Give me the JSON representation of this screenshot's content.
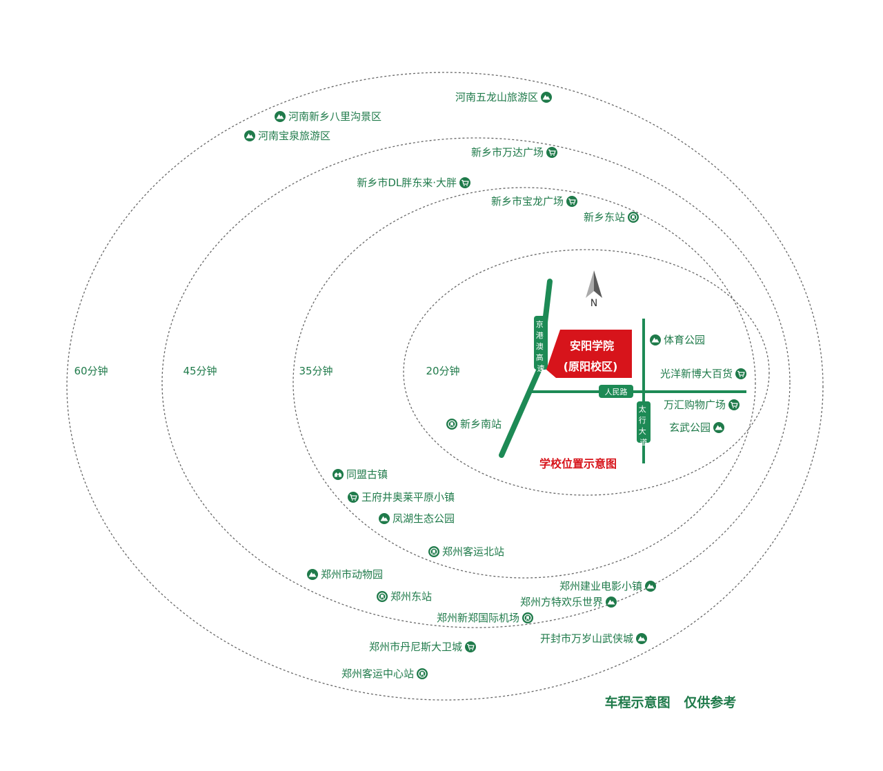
{
  "colors": {
    "green": "#1f7a4a",
    "road": "#1d8a55",
    "red": "#d7141b",
    "ring": "#666666"
  },
  "rings": [
    {
      "label": "60分钟"
    },
    {
      "label": "45分钟"
    },
    {
      "label": "35分钟"
    },
    {
      "label": "20分钟"
    }
  ],
  "roads": {
    "expressway": "京港澳高速",
    "renmin": "人民路",
    "taihang": "太行大道"
  },
  "campus": {
    "line1": "安阳学院",
    "line2": "(原阳校区)"
  },
  "north": "N",
  "caption": "学校位置示意图",
  "footnote": "车程示意图   仅供参考",
  "pois": [
    {
      "name": "河南五龙山旅游区",
      "icon": "mountain-icon"
    },
    {
      "name": "河南新乡八里沟景区",
      "icon": "mountain-icon"
    },
    {
      "name": "河南宝泉旅游区",
      "icon": "mountain-icon"
    },
    {
      "name": "新乡市万达广场",
      "icon": "cart-icon"
    },
    {
      "name": "新乡市DL胖东来·大胖",
      "icon": "cart-icon"
    },
    {
      "name": "新乡市宝龙广场",
      "icon": "cart-icon"
    },
    {
      "name": "新乡东站",
      "icon": "train-icon"
    },
    {
      "name": "体育公园",
      "icon": "mountain-icon"
    },
    {
      "name": "光洋新博大百货",
      "icon": "cart-icon"
    },
    {
      "name": "万汇购物广场",
      "icon": "cart-icon"
    },
    {
      "name": "玄武公园",
      "icon": "mountain-icon"
    },
    {
      "name": "新乡南站",
      "icon": "train-icon"
    },
    {
      "name": "同盟古镇",
      "icon": "town-icon"
    },
    {
      "name": "王府井奥莱平原小镇",
      "icon": "cart-icon"
    },
    {
      "name": "凤湖生态公园",
      "icon": "mountain-icon"
    },
    {
      "name": "郑州客运北站",
      "icon": "train-icon"
    },
    {
      "name": "郑州市动物园",
      "icon": "mountain-icon"
    },
    {
      "name": "郑州东站",
      "icon": "train-icon"
    },
    {
      "name": "郑州建业电影小镇",
      "icon": "mountain-icon"
    },
    {
      "name": "郑州方特欢乐世界",
      "icon": "mountain-icon"
    },
    {
      "name": "郑州新郑国际机场",
      "icon": "train-icon"
    },
    {
      "name": "开封市万岁山武侠城",
      "icon": "mountain-icon"
    },
    {
      "name": "郑州市丹尼斯大卫城",
      "icon": "cart-icon"
    },
    {
      "name": "郑州客运中心站",
      "icon": "train-icon"
    }
  ]
}
